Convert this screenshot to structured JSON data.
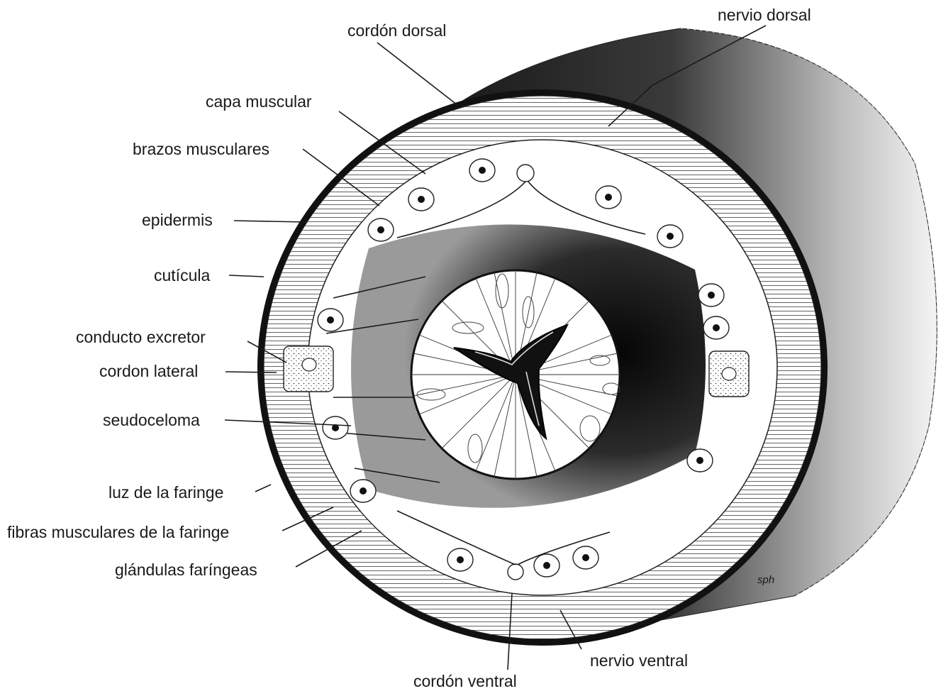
{
  "figure": {
    "signature": "sph",
    "labels": {
      "cordon_dorsal": "cordón dorsal",
      "nervio_dorsal": "nervio dorsal",
      "capa_muscular": "capa muscular",
      "brazos_musculares": "brazos musculares",
      "epidermis": "epidermis",
      "cuticula": "cutícula",
      "conducto_excretor": "conducto excretor",
      "cordon_lateral": "cordon lateral",
      "seudoceloma": "seudoceloma",
      "luz_faringe": "luz de la faringe",
      "fibras_musculares": "fibras musculares de la faringe",
      "glandulas": "glándulas faríngeas",
      "nervio_ventral": "nervio ventral",
      "cordon_ventral": "cordón ventral"
    }
  }
}
